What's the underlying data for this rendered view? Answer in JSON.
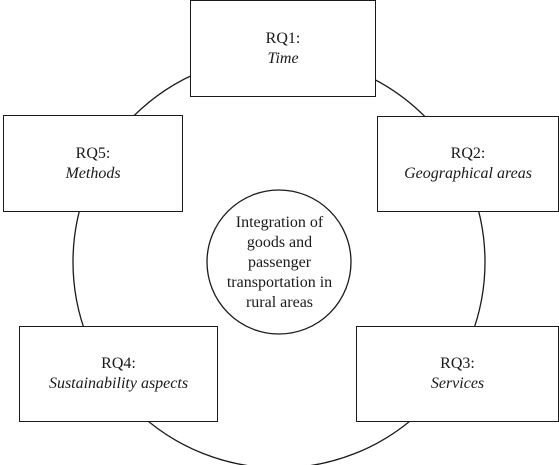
{
  "center": {
    "text": "Integration of goods and passenger transportation in rural areas"
  },
  "research_questions": [
    {
      "label": "RQ1:",
      "topic": "Time"
    },
    {
      "label": "RQ2:",
      "topic": "Geographical areas"
    },
    {
      "label": "RQ3:",
      "topic": "Services"
    },
    {
      "label": "RQ4:",
      "topic": "Sustainability aspects"
    },
    {
      "label": "RQ5:",
      "topic": "Methods"
    }
  ]
}
